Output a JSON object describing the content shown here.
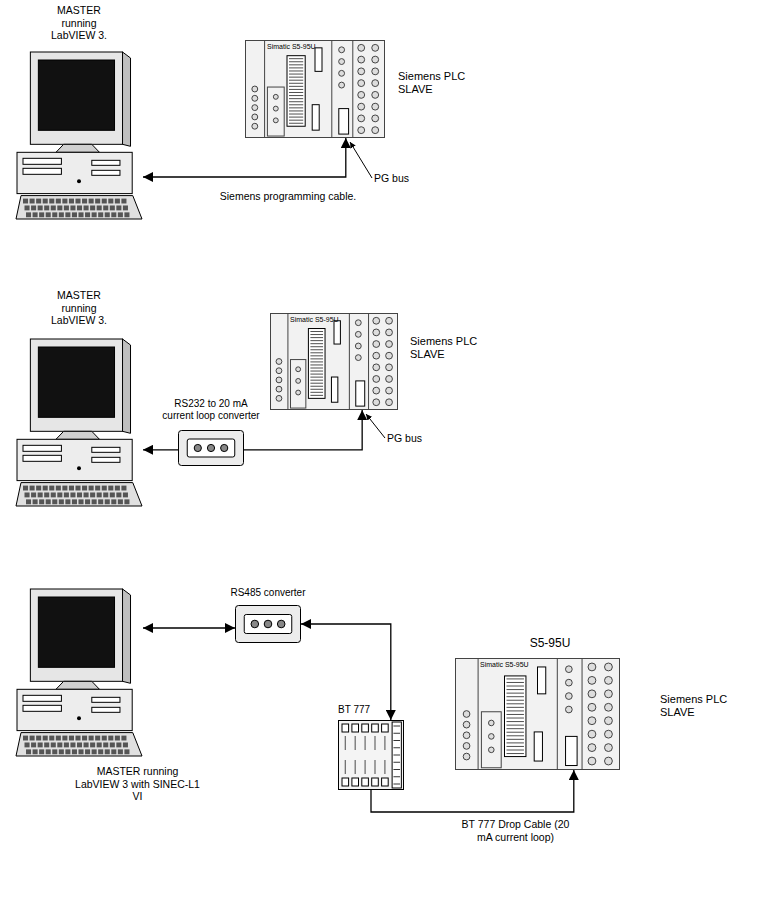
{
  "diagram": {
    "nodes": [
      {
        "text": [
          "MASTER running LabVIEW 3."
        ]
      },
      {
        "text": [
          "Simatic S5-95U",
          "Siemens PLC SLAVE"
        ]
      },
      {
        "text": [
          "MASTER running LabVIEW 3."
        ]
      },
      {
        "text": [
          "RS232 to 20 mA current loop converter"
        ]
      },
      {
        "text": [
          "Simatic S5-95U",
          "Siemens PLC SLAVE"
        ]
      },
      {
        "text": [
          "MASTER running LabVIEW 3 with SINEC-L1 VI"
        ]
      },
      {
        "text": [
          "RS485 converter"
        ]
      },
      {
        "text": [
          "BT 777"
        ]
      },
      {
        "text": [
          "S5-95U",
          "Simatic S5-95U",
          "Siemens PLC SLAVE"
        ]
      }
    ],
    "edges": [
      {
        "from": 0,
        "to": 1,
        "arrow": "both",
        "label": "Siemens programming cable."
      },
      {
        "from": 3,
        "to": 2,
        "arrow": "to"
      },
      {
        "from": 3,
        "to": 4,
        "arrow": "to"
      },
      {
        "from": 5,
        "to": 6,
        "arrow": "both"
      },
      {
        "from": 6,
        "to": 7,
        "arrow": "both"
      },
      {
        "from": 7,
        "to": 8,
        "arrow": "to",
        "label": "BT 777 Drop Cable (20 mA current loop)"
      }
    ],
    "labels": [
      "PG bus",
      "PG bus"
    ]
  }
}
